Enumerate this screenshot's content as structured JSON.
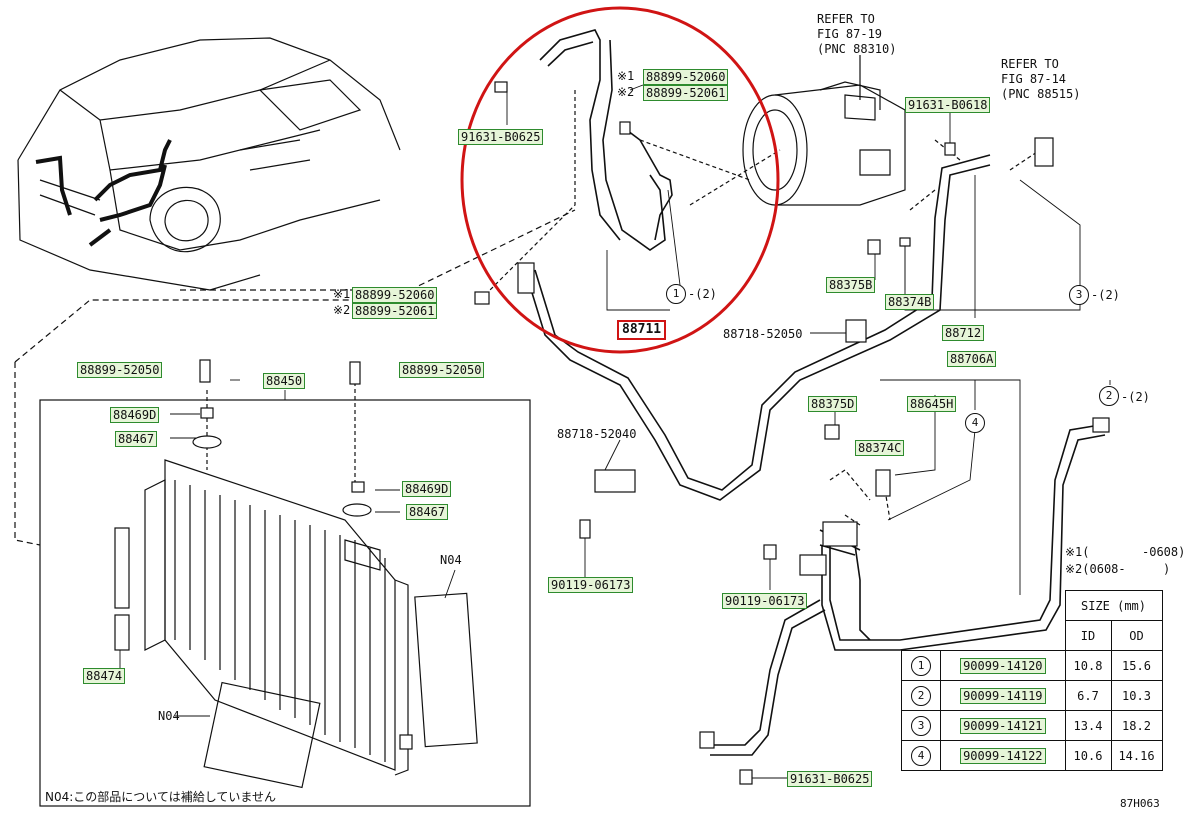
{
  "labels": {
    "p52060_top": "88899-52060",
    "p52061_top": "88899-52061",
    "mark1": "※1",
    "mark2": "※2",
    "p91631_b0625_top": "91631-B0625",
    "refer1_a": "REFER TO",
    "refer1_b": "FIG 87-19",
    "refer1_c": "(PNC 88310)",
    "refer2_a": "REFER TO",
    "refer2_b": "FIG 87-14",
    "refer2_c": "(PNC 88515)",
    "p91631_b0618": "91631-B0618",
    "p88375B": "88375B",
    "p88374B": "88374B",
    "p88711": "88711",
    "p88718_52050": "88718-52050",
    "p88712": "88712",
    "p52060_mid": "88899-52060",
    "p52061_mid": "88899-52061",
    "p88899_52050_left": "88899-52050",
    "p88450": "88450",
    "p88899_52050_right": "88899-52050",
    "p88469D_left": "88469D",
    "p88467_left": "88467",
    "p88469D_right": "88469D",
    "p88467_right": "88467",
    "p88718_52040": "88718-52040",
    "p88706A": "88706A",
    "p88375D": "88375D",
    "p88645H": "88645H",
    "p88374C": "88374C",
    "p90119_06173_left": "90119-06173",
    "p90119_06173_right": "90119-06173",
    "p88474": "88474",
    "n04_right": "N04",
    "n04_left": "N04",
    "p91631_b0625_bottom": "91631-B0625",
    "footnote": "N04:この部品については補給していません",
    "fig_code": "87H063",
    "note1_a": "※1(",
    "note1_b": "-0608)",
    "note2": "※2(0608-",
    "note2_b": ")",
    "c1": "1",
    "c2": "2",
    "c3": "3",
    "c4": "4",
    "c2_dash": "-(2)"
  },
  "size_table": {
    "title": "SIZE (mm)",
    "col_id": "ID",
    "col_od": "OD",
    "rows": [
      {
        "num": "1",
        "part": "90099-14120",
        "id": "10.8",
        "od": "15.6"
      },
      {
        "num": "2",
        "part": "90099-14119",
        "id": "6.7",
        "od": "10.3"
      },
      {
        "num": "3",
        "part": "90099-14121",
        "id": "13.4",
        "od": "18.2"
      },
      {
        "num": "4",
        "part": "90099-14122",
        "id": "10.6",
        "od": "14.16"
      }
    ]
  },
  "colors": {
    "label_bg": "#e6f5d8",
    "label_border": "#2e8b2e",
    "highlight": "#d01414"
  }
}
